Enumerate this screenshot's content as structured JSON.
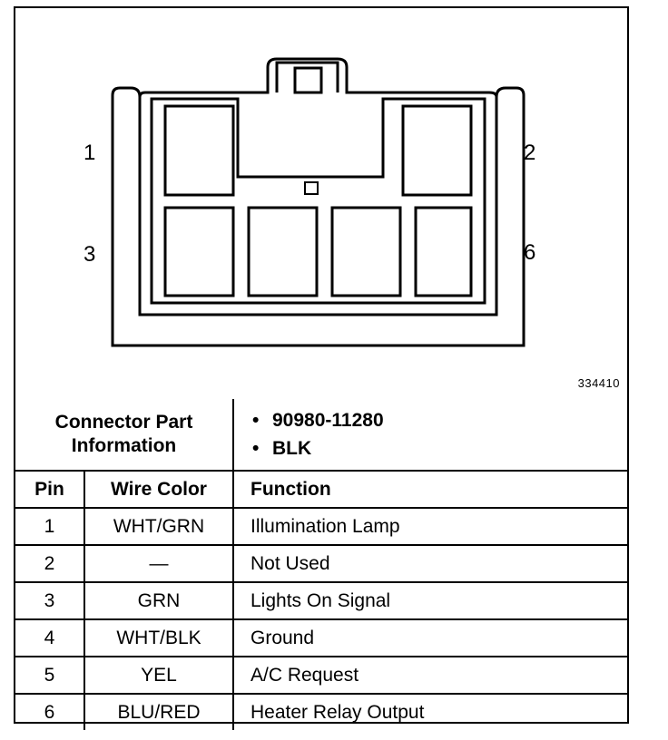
{
  "figure_id": "334410",
  "pin_labels": {
    "p1": "1",
    "p2": "2",
    "p3": "3",
    "p6": "6"
  },
  "connector_info": {
    "label": "Connector Part Information",
    "items": [
      "90980-11280",
      "BLK"
    ]
  },
  "columns": {
    "pin": "Pin",
    "wire_color": "Wire Color",
    "function": "Function"
  },
  "rows": [
    {
      "pin": "1",
      "wire_color": "WHT/GRN",
      "function": "Illumination Lamp"
    },
    {
      "pin": "2",
      "wire_color": "—",
      "function": "Not Used"
    },
    {
      "pin": "3",
      "wire_color": "GRN",
      "function": "Lights On Signal"
    },
    {
      "pin": "4",
      "wire_color": "WHT/BLK",
      "function": "Ground"
    },
    {
      "pin": "5",
      "wire_color": "YEL",
      "function": "A/C Request"
    },
    {
      "pin": "6",
      "wire_color": "BLU/RED",
      "function": "Heater Relay Output"
    }
  ]
}
